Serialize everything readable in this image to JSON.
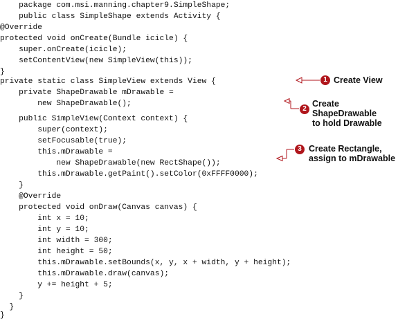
{
  "code_lines": [
    "    package com.msi.manning.chapter9.SimpleShape;",
    "    public class SimpleShape extends Activity {",
    "@Override",
    "protected void onCreate(Bundle icicle) {",
    "    super.onCreate(icicle);",
    "    setContentView(new SimpleView(this));",
    "}",
    "private static class SimpleView extends View {",
    "    private ShapeDrawable mDrawable =",
    "        new ShapeDrawable();",
    "",
    "    public SimpleView(Context context) {",
    "        super(context);",
    "        setFocusable(true);",
    "        this.mDrawable =",
    "            new ShapeDrawable(new RectShape());",
    "        this.mDrawable.getPaint().setColor(0xFFFF0000);",
    "    }",
    "    @Override",
    "    protected void onDraw(Canvas canvas) {",
    "        int x = 10;",
    "        int y = 10;",
    "        int width = 300;",
    "        int height = 50;",
    "        this.mDrawable.setBounds(x, y, x + width, y + height);",
    "        this.mDrawable.draw(canvas);",
    "        y += height + 5;",
    "    }",
    "  }",
    "}"
  ],
  "annotations": [
    {
      "number": "1",
      "lines": [
        "Create View"
      ]
    },
    {
      "number": "2",
      "lines": [
        "Create ShapeDrawable",
        "to hold Drawable"
      ]
    },
    {
      "number": "3",
      "lines": [
        "Create Rectangle,",
        "assign to mDrawable"
      ]
    }
  ],
  "colors": {
    "badge": "#b0161c",
    "arrow": "#b0161c",
    "text": "#111111"
  }
}
